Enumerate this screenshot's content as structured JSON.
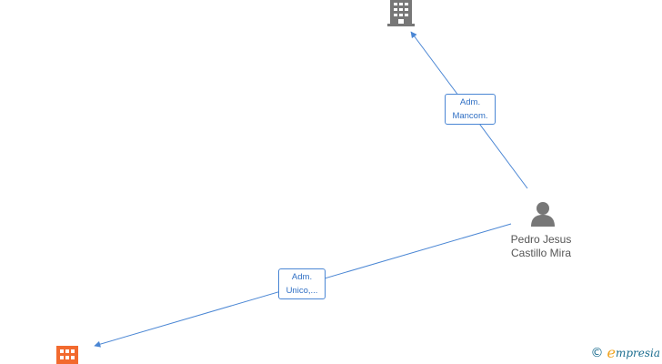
{
  "nodes": {
    "company_top": {
      "icon": "building-icon",
      "color": "#777777"
    },
    "company_bottom": {
      "icon": "building-icon",
      "color": "#f26a2e"
    },
    "person": {
      "icon": "person-icon",
      "color": "#777777",
      "name_line1": "Pedro Jesus",
      "name_line2": "Castillo Mira"
    }
  },
  "edges": {
    "top": {
      "line1": "Adm.",
      "line2": "Mancom.",
      "color": "#4a86d4"
    },
    "bottom": {
      "line1": "Adm.",
      "line2": "Unico,...",
      "color": "#4a86d4"
    }
  },
  "brand": {
    "copyright": "©",
    "e": "e",
    "rest": "mpresia"
  }
}
